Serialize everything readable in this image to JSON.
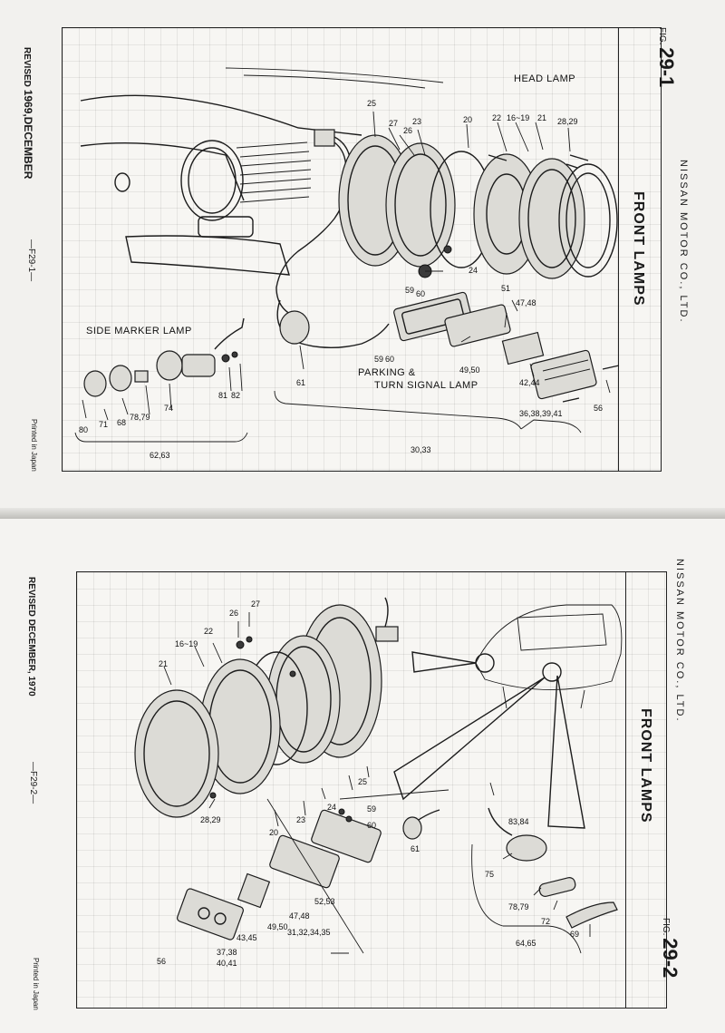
{
  "top_page": {
    "fig_prefix": "FIG.",
    "fig_number": "29-1",
    "company": "NISSAN MOTOR CO., LTD.",
    "section_title": "FRONT LAMPS",
    "revised_label": "REVISED",
    "revised_date": "1969,DECEMBER",
    "page_code": "—F29-1—",
    "printed": "Printed in Japan",
    "group_titles": [
      "HEAD LAMP",
      "SIDE MARKER LAMP",
      "PARKING &",
      "TURN SIGNAL LAMP"
    ],
    "callouts": [
      "25",
      "27",
      "26",
      "23",
      "20",
      "22",
      "16~19",
      "21",
      "28,29",
      "24",
      "59",
      "60",
      "51",
      "47,48",
      "59",
      "60",
      "49,50",
      "42,44",
      "36,38,39,41",
      "56",
      "61",
      "81",
      "82",
      "74",
      "78,79",
      "68",
      "71",
      "80",
      "62,63",
      "30,33"
    ]
  },
  "bottom_page": {
    "fig_prefix": "FIG.",
    "fig_number": "29-2",
    "company": "NISSAN MOTOR CO., LTD.",
    "section_title": "FRONT LAMPS",
    "revised_label": "REVISED",
    "revised_date": "DECEMBER, 1970",
    "page_code": "—F29-2—",
    "printed": "Printed in Japan",
    "callouts": [
      "27",
      "26",
      "22",
      "16~19",
      "21",
      "25",
      "24",
      "23",
      "20",
      "28,29",
      "59",
      "60",
      "61",
      "83,84",
      "75",
      "78,79",
      "72",
      "69",
      "64,65",
      "52,53",
      "47,48",
      "31,32,34,35",
      "49,50",
      "43,45",
      "37,38",
      "40,41",
      "56"
    ]
  }
}
